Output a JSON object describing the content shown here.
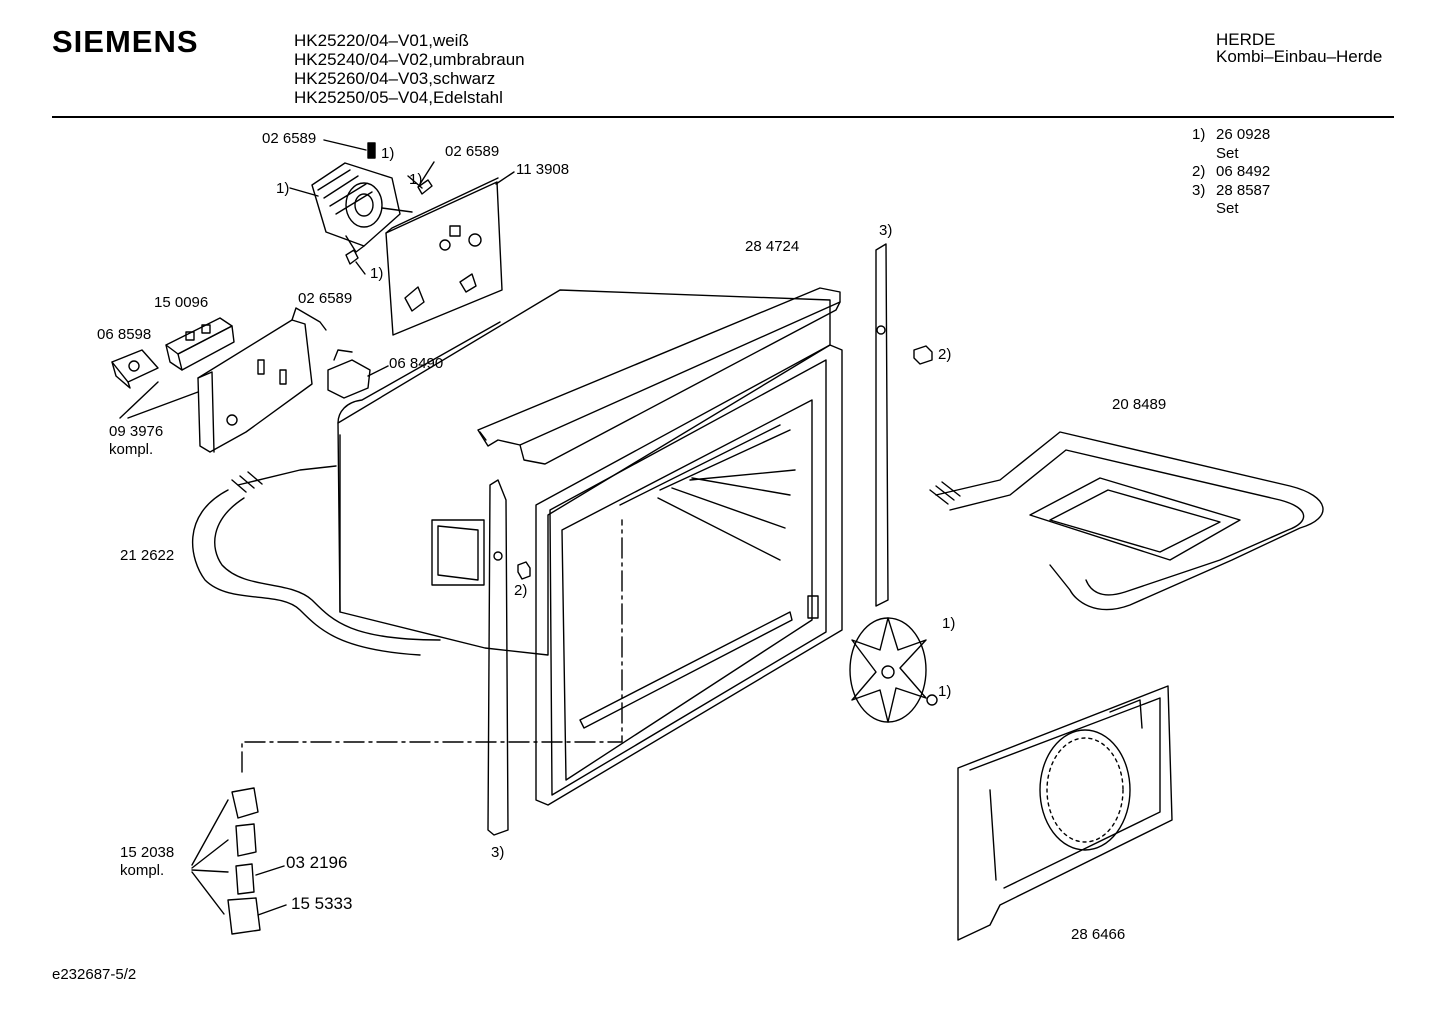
{
  "header": {
    "brand": "SIEMENS",
    "models": [
      "HK25220/04–V01,weiß",
      "HK25240/04–V02,umbrabraun",
      "HK25260/04–V03,schwarz",
      "HK25250/05–V04,Edelstahl"
    ],
    "category": "HERDE",
    "subcategory": "Kombi–Einbau–Herde"
  },
  "notes": [
    {
      "key": "1)",
      "value": "26 0928"
    },
    {
      "key": "",
      "value": "Set"
    },
    {
      "key": "2)",
      "value": "06 8492"
    },
    {
      "key": "3)",
      "value": "28 8587"
    },
    {
      "key": "",
      "value": "Set"
    }
  ],
  "labels": {
    "p026589_top": "02 6589",
    "p026589_mid": "02 6589",
    "p026589_low": "02 6589",
    "p113908": "11 3908",
    "p150096": "15 0096",
    "p068598": "06 8598",
    "p068490": "06 8490",
    "p093976": "09 3976",
    "kompl_1": "kompl.",
    "p284724": "28 4724",
    "p212622": "21 2622",
    "p208489": "20 8489",
    "p152038": "15 2038",
    "kompl_2": "kompl.",
    "p032196": "03 2196",
    "p155333": "15 5333",
    "p286466": "28 6466",
    "ref1_a": "1)",
    "ref1_b": "1)",
    "ref1_c": "1)",
    "ref1_d": "1)",
    "ref1_e": "1)",
    "ref1_f": "1)",
    "ref2_a": "2)",
    "ref2_b": "2)",
    "ref3_a": "3)",
    "ref3_b": "3)"
  },
  "footer": {
    "code": "e232687-5/2"
  }
}
